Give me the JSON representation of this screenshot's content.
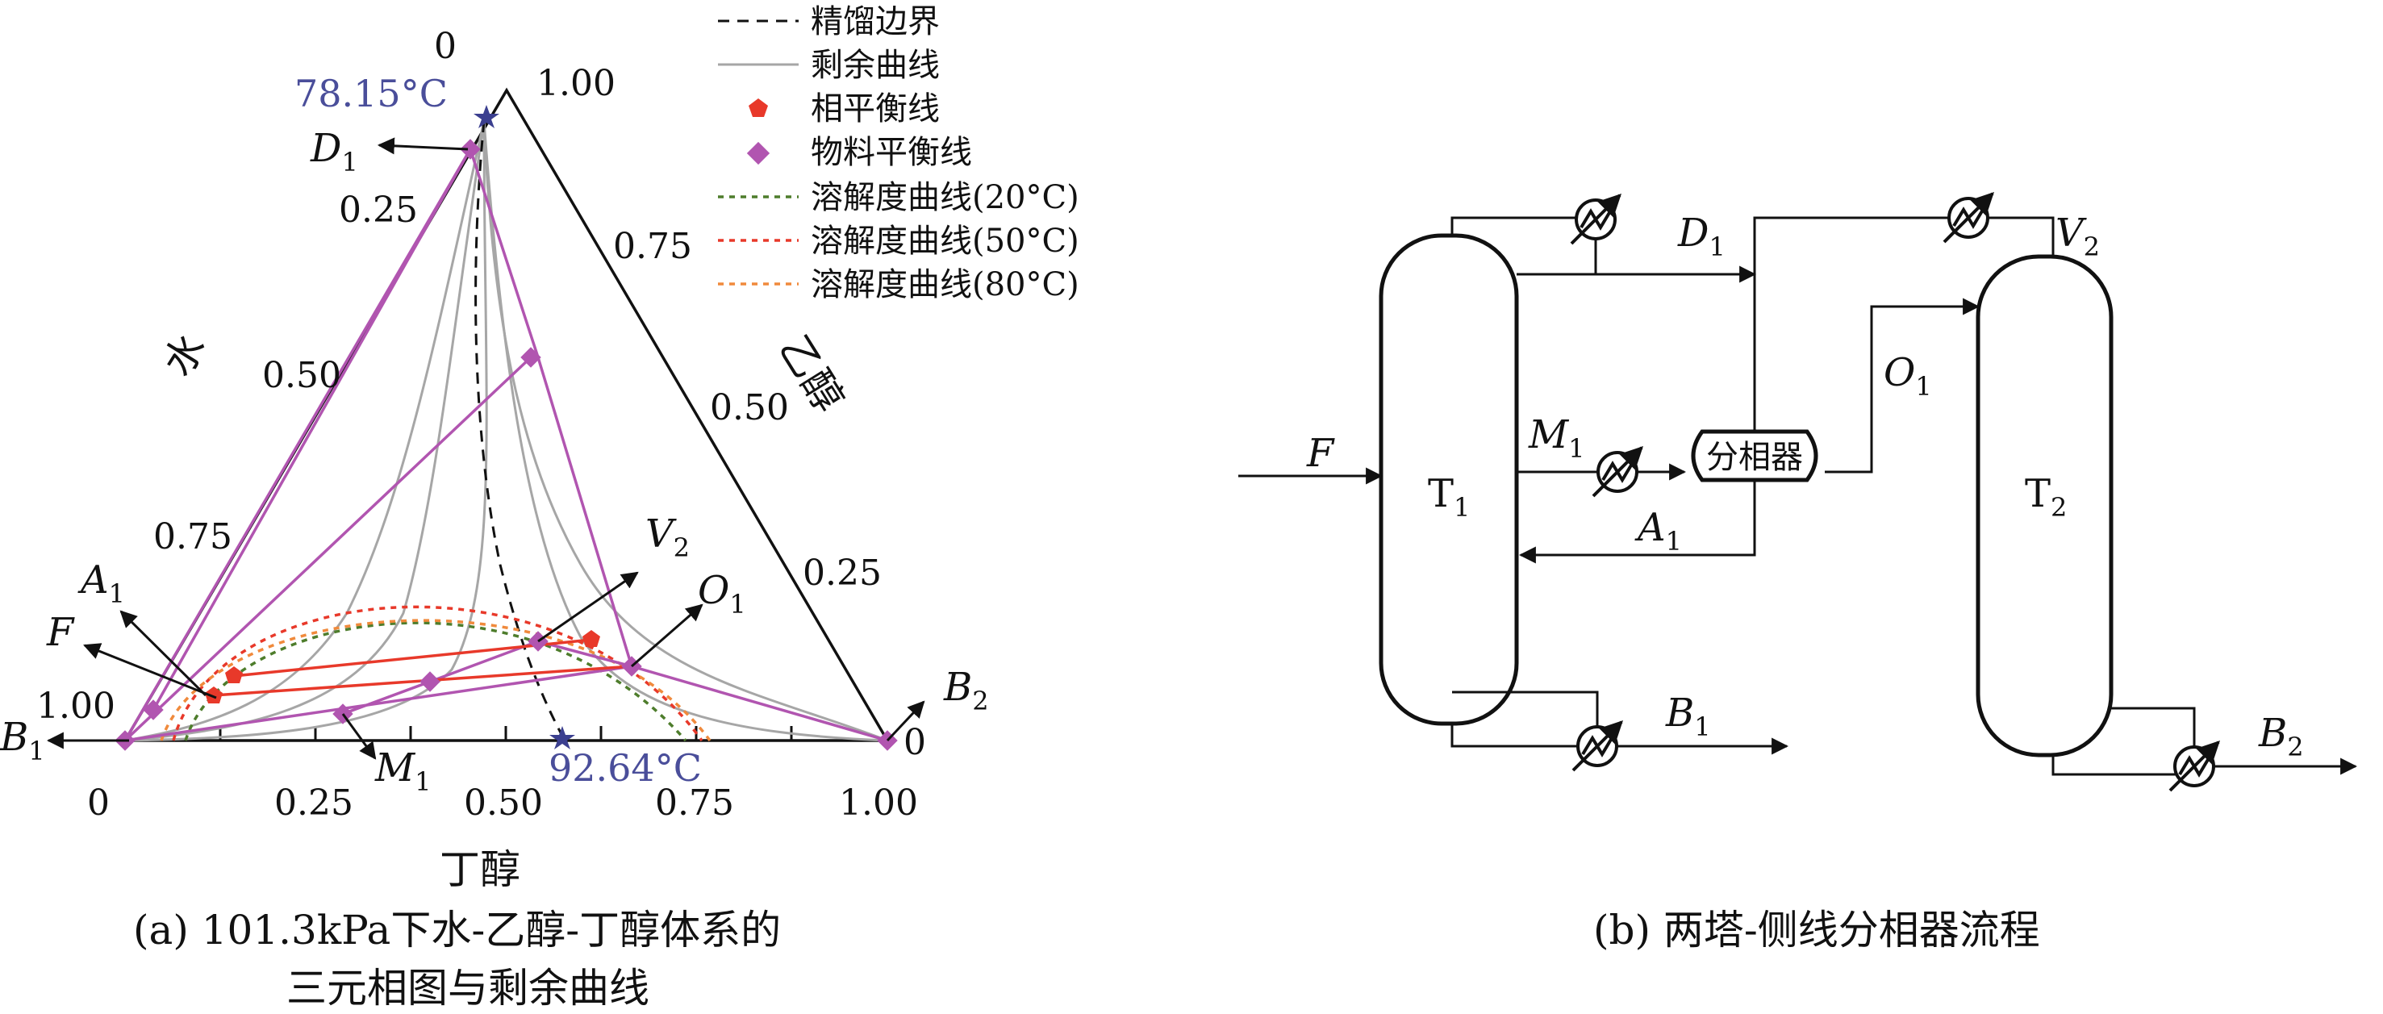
{
  "panel_a": {
    "caption_line1": "(a) 101.3kPa下水-乙醇-丁醇体系的",
    "caption_line2": "三元相图与剩余曲线",
    "axes": {
      "left_name": "水",
      "right_name": "乙醇",
      "bottom_name": "丁醇",
      "left_ticks": [
        "0",
        "0.25",
        "0.50",
        "0.75",
        "1.00"
      ],
      "right_ticks": [
        "1.00",
        "0.75",
        "0.50",
        "0.25",
        "0"
      ],
      "bottom_ticks": [
        "0",
        "0.25",
        "0.50",
        "0.75",
        "1.00"
      ]
    },
    "temperatures": {
      "top": "78.15°C",
      "bottom": "92.64°C"
    },
    "legend": [
      {
        "label": "精馏边界",
        "style": "dashed",
        "color": "#111111"
      },
      {
        "label": "剩余曲线",
        "style": "solid",
        "color": "#a6a6a6"
      },
      {
        "label": "相平衡线",
        "style": "pentagon-marker",
        "color": "#e8392a"
      },
      {
        "label": "物料平衡线",
        "style": "diamond-marker",
        "color": "#b155b0"
      },
      {
        "label": "溶解度曲线(20°C)",
        "style": "dotted",
        "color": "#4e7d2c"
      },
      {
        "label": "溶解度曲线(50°C)",
        "style": "dotted",
        "color": "#e8392a"
      },
      {
        "label": "溶解度曲线(80°C)",
        "style": "dotted",
        "color": "#f08a3c"
      }
    ],
    "stream_labels": {
      "D1": {
        "main": "D",
        "sub": "1"
      },
      "A1": {
        "main": "A",
        "sub": "1"
      },
      "F": {
        "main": "F",
        "sub": ""
      },
      "B1": {
        "main": "B",
        "sub": "1"
      },
      "M1": {
        "main": "M",
        "sub": "1"
      },
      "V2": {
        "main": "V",
        "sub": "2"
      },
      "O1": {
        "main": "O",
        "sub": "1"
      },
      "B2": {
        "main": "B",
        "sub": "2"
      }
    }
  },
  "panel_b": {
    "caption": "(b) 两塔-侧线分相器流程",
    "T1": {
      "main": "T",
      "sub": "1"
    },
    "T2": {
      "main": "T",
      "sub": "2"
    },
    "decanter": "分相器",
    "stream_labels": {
      "F": {
        "main": "F",
        "sub": ""
      },
      "D1": {
        "main": "D",
        "sub": "1"
      },
      "M1": {
        "main": "M",
        "sub": "1"
      },
      "A1": {
        "main": "A",
        "sub": "1"
      },
      "B1": {
        "main": "B",
        "sub": "1"
      },
      "O1": {
        "main": "O",
        "sub": "1"
      },
      "V2": {
        "main": "V",
        "sub": "2"
      },
      "B2": {
        "main": "B",
        "sub": "2"
      }
    }
  },
  "colors": {
    "residue": "#a6a6a6",
    "material_balance": "#b155b0",
    "equilibrium": "#e8392a",
    "temp_text": "#4a4e9a",
    "sol20": "#4e7d2c",
    "sol50": "#e8392a",
    "sol80": "#f08a3c"
  }
}
